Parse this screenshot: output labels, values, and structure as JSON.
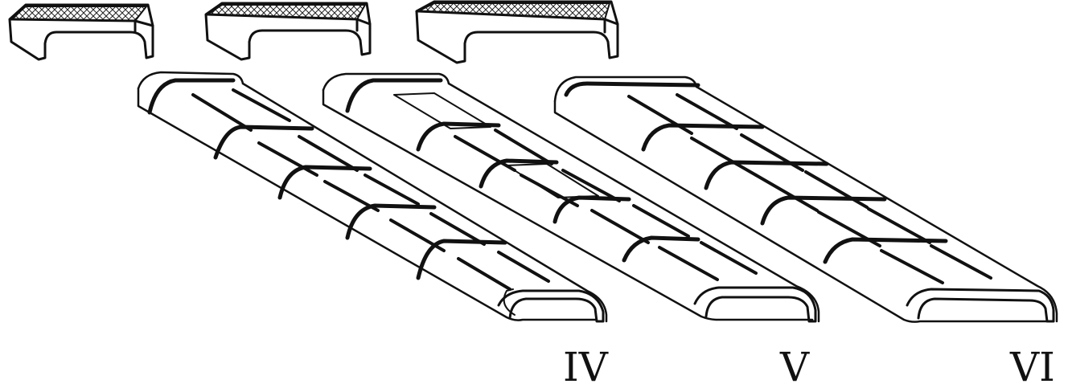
{
  "figure": {
    "labels": [
      "IV",
      "V",
      "VI"
    ],
    "ink_color": "#111111",
    "background": "#ffffff"
  }
}
